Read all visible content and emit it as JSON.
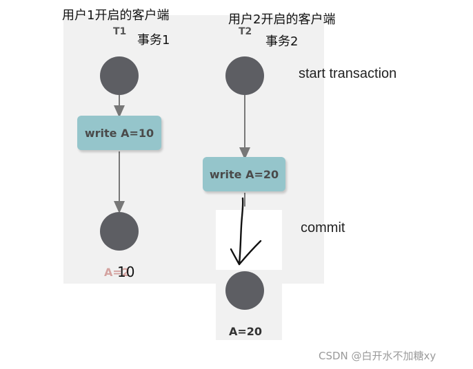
{
  "client1": {
    "caption": "用户1开启的客户端",
    "thread_id": "T1",
    "transaction": "事务1",
    "write_label": "write A=10",
    "result_overlay": "10"
  },
  "client2": {
    "caption": "用户2开启的客户端",
    "thread_id": "T2",
    "transaction": "事务2",
    "write_label": "write A=20",
    "result_label": "A=20"
  },
  "phases": {
    "start": "start transaction",
    "commit": "commit"
  },
  "watermark": "CSDN @白开水不加糖xy",
  "colors": {
    "node": "#5d5e63",
    "box": "#95c5cb",
    "panel": "#f1f1f1",
    "arrow": "#777777"
  }
}
